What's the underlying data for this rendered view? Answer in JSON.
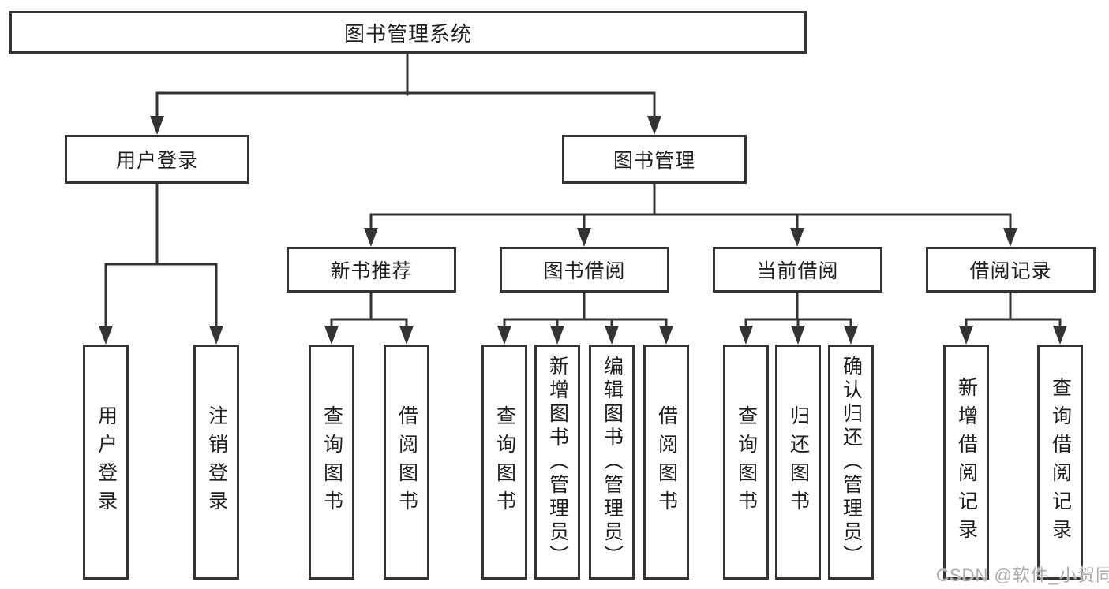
{
  "diagram_title": "图书管理系统",
  "watermark": "CSDN @软件_小贺同学",
  "colors": {
    "line": "#333333",
    "text": "#1f1f1f",
    "background": "#ffffff",
    "watermark": "#ababab"
  },
  "nodes": {
    "root": {
      "label": "图书管理系统"
    },
    "level2": [
      {
        "label": "用户登录"
      },
      {
        "label": "图书管理"
      }
    ],
    "level3": [
      {
        "label": "新书推荐",
        "parent": "图书管理"
      },
      {
        "label": "图书借阅",
        "parent": "图书管理"
      },
      {
        "label": "当前借阅",
        "parent": "图书管理"
      },
      {
        "label": "借阅记录",
        "parent": "图书管理"
      }
    ],
    "leaves": [
      {
        "label": "用户登录",
        "parent": "用户登录"
      },
      {
        "label": "注销登录",
        "parent": "用户登录"
      },
      {
        "label": "查询图书",
        "parent": "新书推荐"
      },
      {
        "label": "借阅图书",
        "parent": "新书推荐"
      },
      {
        "label": "查询图书",
        "parent": "图书借阅"
      },
      {
        "label": "新增图书（管理员）",
        "parent": "图书借阅"
      },
      {
        "label": "编辑图书（管理员）",
        "parent": "图书借阅"
      },
      {
        "label": "借阅图书",
        "parent": "图书借阅"
      },
      {
        "label": "查询图书",
        "parent": "当前借阅"
      },
      {
        "label": "归还图书",
        "parent": "当前借阅"
      },
      {
        "label": "确认归还（管理员）",
        "parent": "当前借阅"
      },
      {
        "label": "新增借阅记录",
        "parent": "借阅记录"
      },
      {
        "label": "查询借阅记录",
        "parent": "借阅记录"
      }
    ]
  }
}
